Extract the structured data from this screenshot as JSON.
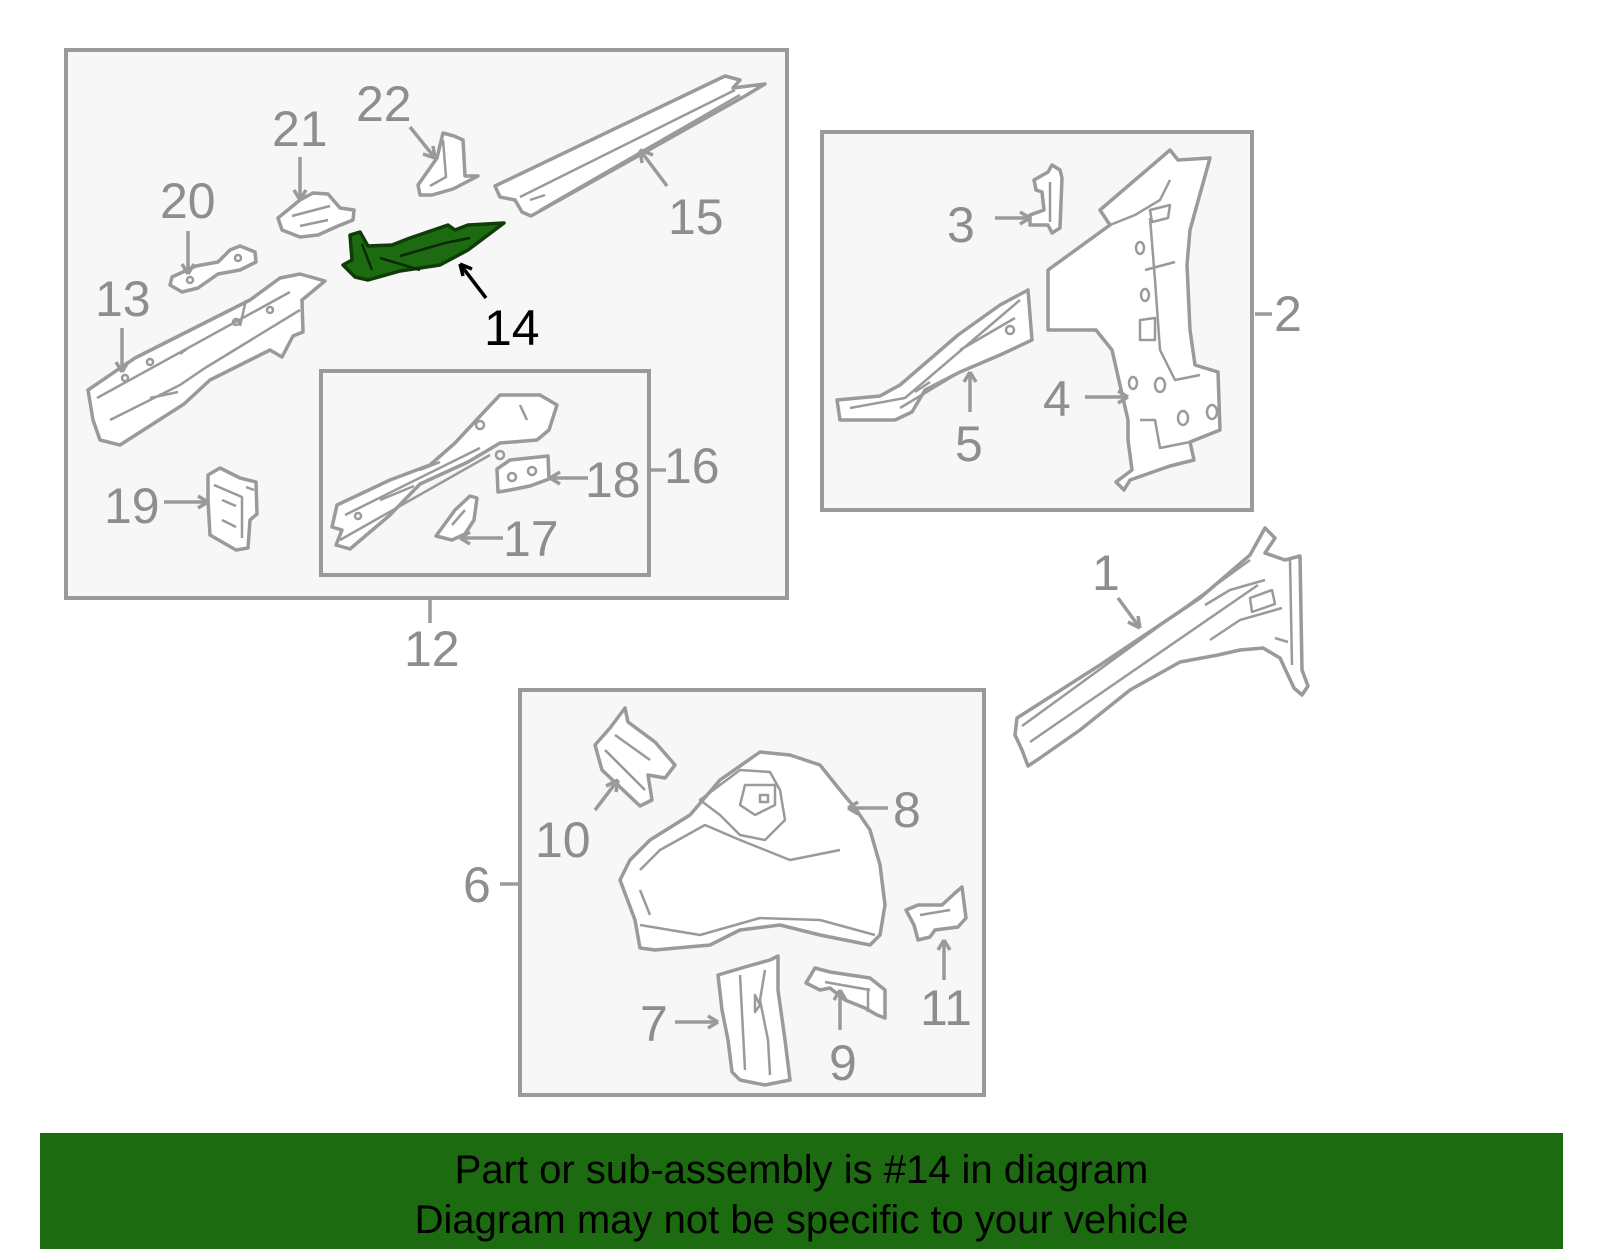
{
  "diagram": {
    "highlighted_part": "14",
    "highlight_color": "#1d6b10",
    "callouts": {
      "c1": "1",
      "c2": "2",
      "c3": "3",
      "c4": "4",
      "c5": "5",
      "c6": "6",
      "c7": "7",
      "c8": "8",
      "c9": "9",
      "c10": "10",
      "c11": "11",
      "c12": "12",
      "c13": "13",
      "c14": "14",
      "c15": "15",
      "c16": "16",
      "c17": "17",
      "c18": "18",
      "c19": "19",
      "c20": "20",
      "c21": "21",
      "c22": "22"
    }
  },
  "banner": {
    "line1": "Part or sub-assembly is #14 in diagram",
    "line2": "Diagram may not be specific to your vehicle",
    "color": "#1d6b10"
  }
}
